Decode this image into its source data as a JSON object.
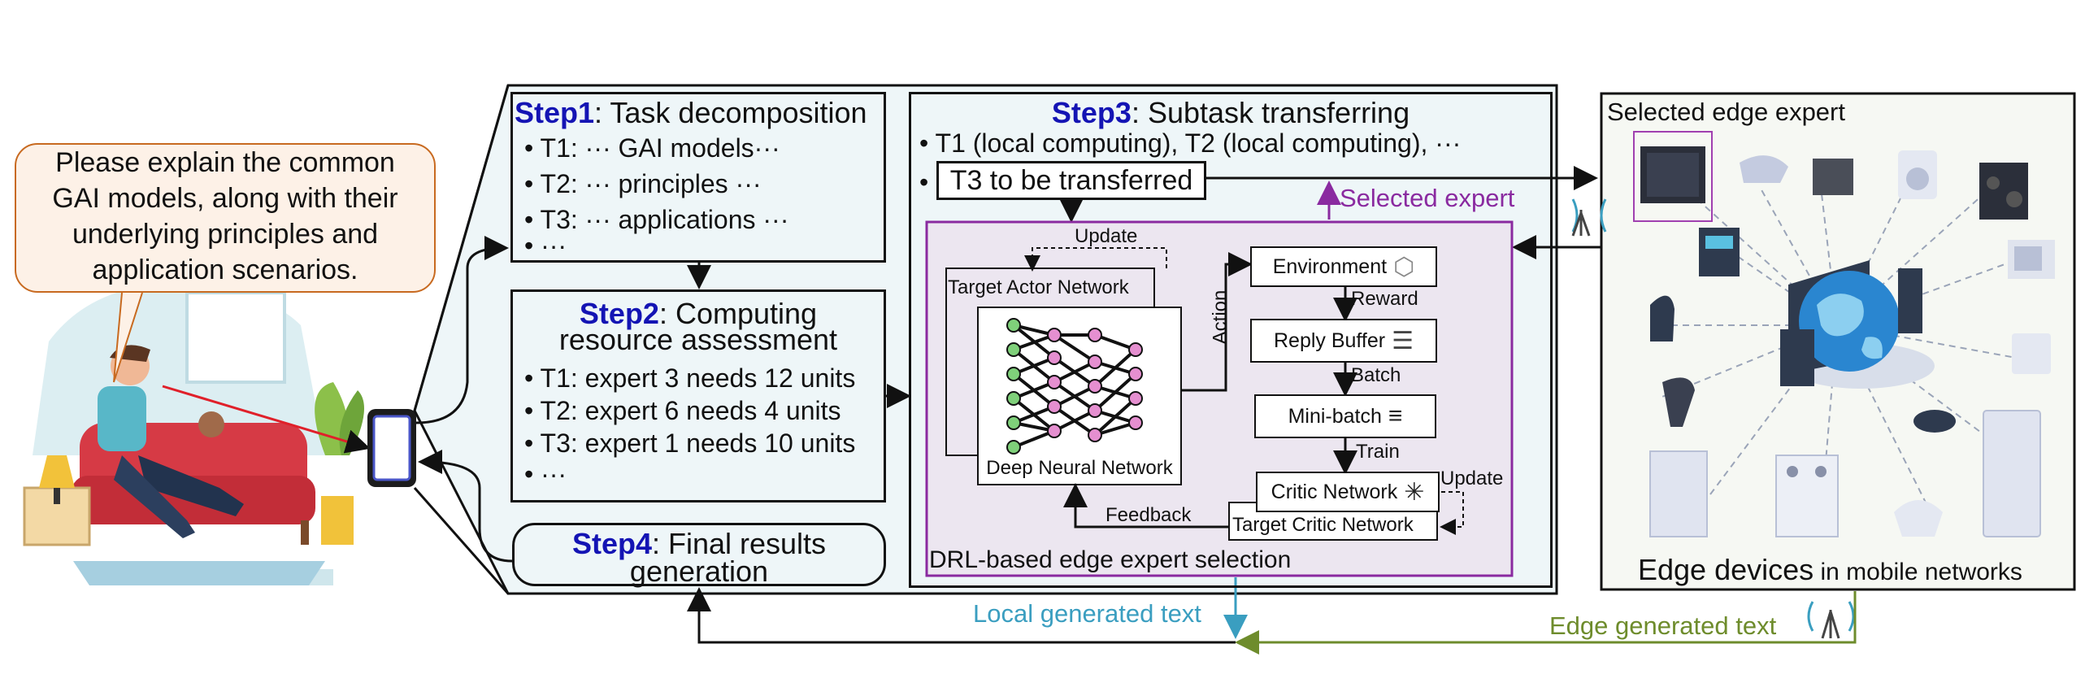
{
  "user_query": {
    "lines": [
      "Please explain the common",
      "GAI models, along with their",
      "underlying principles and",
      "application scenarios."
    ]
  },
  "step1": {
    "step_label": "Step1",
    "title": ": Task decomposition",
    "items": [
      "T1: ··· GAI models···",
      "T2: ··· principles ···",
      "T3: ··· applications ···",
      "···"
    ]
  },
  "step2": {
    "step_label": "Step2",
    "title_line1": ": Computing",
    "title_line2": "resource assessment",
    "items": [
      "T1: expert 3 needs 12 units",
      "T2: expert 6 needs 4 units",
      "T3: expert 1 needs 10 units",
      "···"
    ]
  },
  "step3": {
    "step_label": "Step3",
    "title": ": Subtask transferring",
    "line1": "T1 (local computing), T2 (local computing), ···",
    "transfer_box": "T3 to be transferred",
    "selected_expert": "Selected expert"
  },
  "step4": {
    "step_label": "Step4",
    "title_line1": ": Final results",
    "title_line2": "generation"
  },
  "drl": {
    "panel_label": "DRL-based edge expert selection",
    "update_top": "Update",
    "target_actor": "Target Actor Network",
    "deep_nn": "Deep Neural Network",
    "action": "Action",
    "environment": "Environment",
    "reward": "Reward",
    "reply_buffer": "Reply Buffer",
    "batch": "Batch",
    "mini_batch": "Mini-batch",
    "train": "Train",
    "critic": "Critic Network",
    "target_critic": "Target Critic Network",
    "update_right": "Update",
    "feedback": "Feedback"
  },
  "edge": {
    "selected_label": "Selected edge expert",
    "devices_label_main": "Edge devices",
    "devices_label_rest": " in mobile networks"
  },
  "bottom": {
    "local_text": "Local generated text",
    "edge_text": "Edge generated text"
  },
  "colors": {
    "step_blue": "#1414b4",
    "purple": "#8a2aa0",
    "teal": "#3a9ec0",
    "olive": "#6e8c2c",
    "panel_bg": "#eef6f8",
    "drl_bg": "#ece6f0"
  }
}
